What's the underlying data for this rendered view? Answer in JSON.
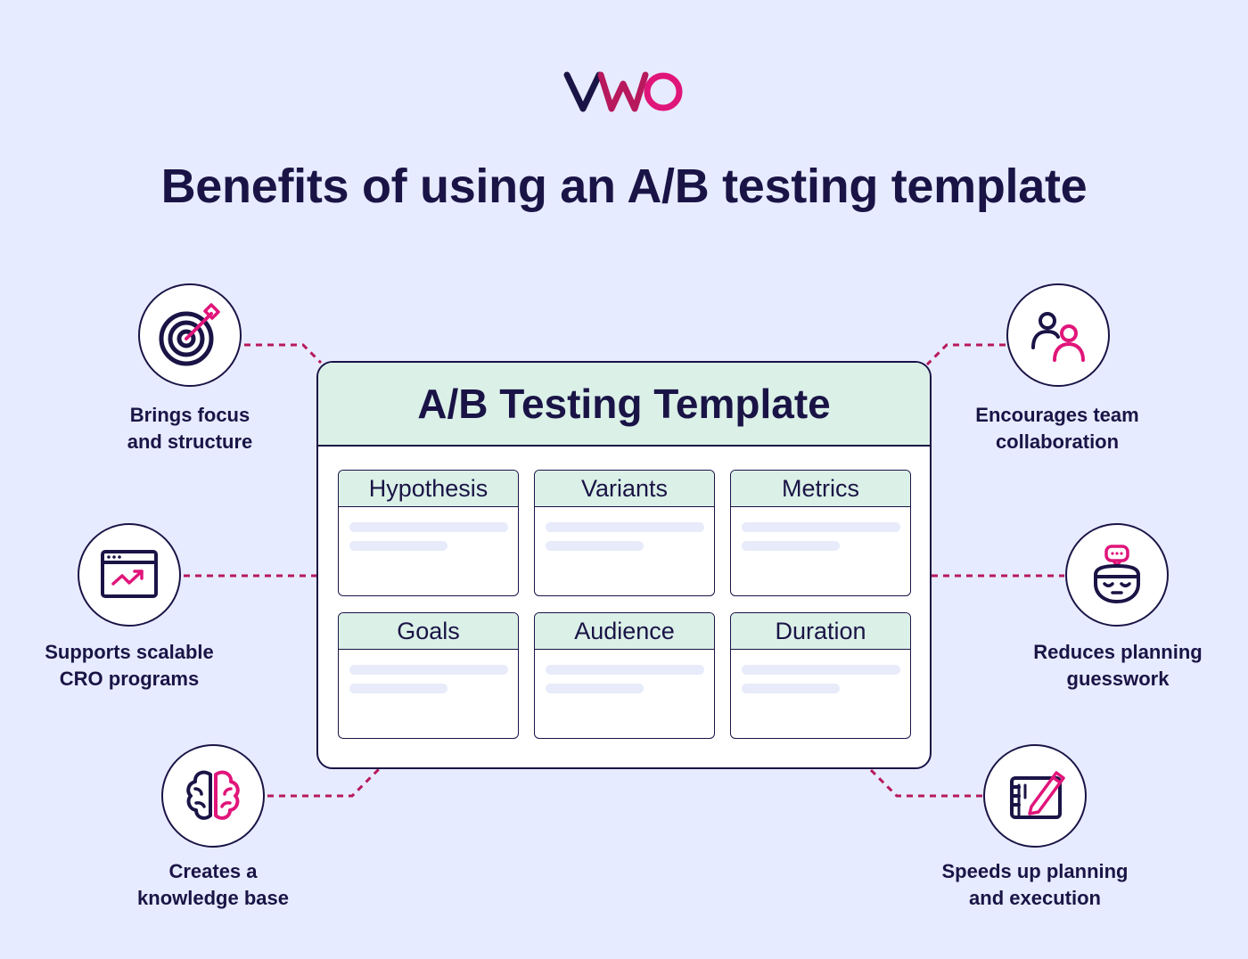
{
  "logo": {
    "text": "VWO",
    "colors": {
      "v": "#1a1446",
      "w": "#b7195c",
      "o": "#e0157a"
    }
  },
  "title": "Benefits of using an A/B testing template",
  "template": {
    "title": "A/B Testing Template",
    "sections": [
      {
        "label": "Hypothesis"
      },
      {
        "label": "Variants"
      },
      {
        "label": "Metrics"
      },
      {
        "label": "Goals"
      },
      {
        "label": "Audience"
      },
      {
        "label": "Duration"
      }
    ]
  },
  "benefits": {
    "left": [
      {
        "icon": "target-icon",
        "label": "Brings focus\nand structure"
      },
      {
        "icon": "browser-chart-icon",
        "label": "Supports scalable\nCRO programs"
      },
      {
        "icon": "brain-icon",
        "label": "Creates a\nknowledge base"
      }
    ],
    "right": [
      {
        "icon": "team-icon",
        "label": "Encourages team\ncollaboration"
      },
      {
        "icon": "thinking-head-icon",
        "label": "Reduces planning\nguesswork"
      },
      {
        "icon": "notebook-pen-icon",
        "label": "Speeds up planning\nand execution"
      }
    ]
  },
  "colors": {
    "background": "#e7ebff",
    "navy": "#1a1446",
    "magenta": "#e0157a",
    "connector": "#b7195c",
    "header_green": "#dbf0e7",
    "placeholder": "#e7ebfa"
  }
}
